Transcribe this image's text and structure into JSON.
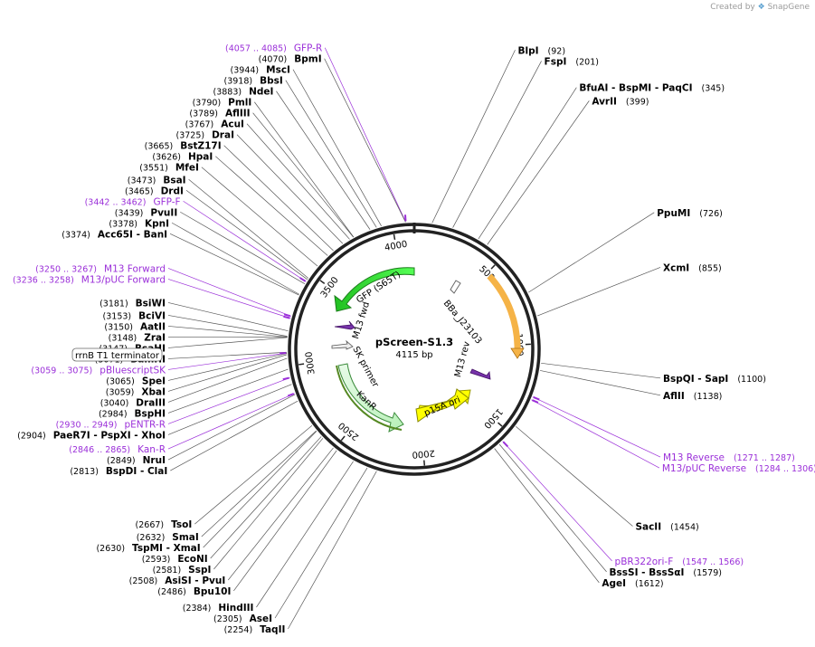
{
  "credit": {
    "prefix": "Created by",
    "brand": "SnapGene"
  },
  "plasmid": {
    "name": "pScreen-S1.3",
    "length": 4115,
    "length_label": "4115 bp"
  },
  "colors": {
    "enzyme": "#000000",
    "primer": "#9b30d9",
    "backbone": "#222222"
  },
  "ticks": [
    {
      "bp": 500,
      "label": "500"
    },
    {
      "bp": 1000,
      "label": "1000"
    },
    {
      "bp": 1500,
      "label": "1500"
    },
    {
      "bp": 2000,
      "label": "2000"
    },
    {
      "bp": 2500,
      "label": "2500"
    },
    {
      "bp": 3000,
      "label": "3000"
    },
    {
      "bp": 3500,
      "label": "3500"
    },
    {
      "bp": 4000,
      "label": "4000"
    }
  ],
  "enzymes": [
    {
      "name": "BpmI",
      "pos": "(4070)",
      "bp": 4070
    },
    {
      "name": "BlpI",
      "pos": "(92)",
      "bp": 92
    },
    {
      "name": "FspI",
      "pos": "(201)",
      "bp": 201
    },
    {
      "name": "BfuAI   -  BspMI   -  PaqCI",
      "pos": "(345)",
      "bp": 345
    },
    {
      "name": "AvrII",
      "pos": "(399)",
      "bp": 399
    },
    {
      "name": "PpuMI",
      "pos": "(726)",
      "bp": 726
    },
    {
      "name": "XcmI",
      "pos": "(855)",
      "bp": 855
    },
    {
      "name": "BspQI   -  SapI",
      "pos": "(1100)",
      "bp": 1100
    },
    {
      "name": "AflII",
      "pos": "(1138)",
      "bp": 1138
    },
    {
      "name": "SacII",
      "pos": "(1454)",
      "bp": 1454
    },
    {
      "name": "BssSI   -  BssSαI",
      "pos": "(1579)",
      "bp": 1579
    },
    {
      "name": "AgeI",
      "pos": "(1612)",
      "bp": 1612
    },
    {
      "name": "TaqII",
      "pos": "(2254)",
      "bp": 2254
    },
    {
      "name": "AseI",
      "pos": "(2305)",
      "bp": 2305
    },
    {
      "name": "HindIII",
      "pos": "(2384)",
      "bp": 2384
    },
    {
      "name": "Bpu10I",
      "pos": "(2486)",
      "bp": 2486
    },
    {
      "name": "AsiSI   -  PvuI",
      "pos": "(2508)",
      "bp": 2508
    },
    {
      "name": "SspI",
      "pos": "(2581)",
      "bp": 2581
    },
    {
      "name": "EcoNI",
      "pos": "(2593)",
      "bp": 2593
    },
    {
      "name": "TspMI   -  XmaI",
      "pos": "(2630)",
      "bp": 2630
    },
    {
      "name": "SmaI",
      "pos": "(2632)",
      "bp": 2632
    },
    {
      "name": "TsoI",
      "pos": "(2667)",
      "bp": 2667
    },
    {
      "name": "BspDI   -  ClaI",
      "pos": "(2813)",
      "bp": 2813
    },
    {
      "name": "NruI",
      "pos": "(2849)",
      "bp": 2849
    },
    {
      "name": "PaeR7I   -  PspXI   -  XhoI",
      "pos": "(2904)",
      "bp": 2904
    },
    {
      "name": "BspHI",
      "pos": "(2984)",
      "bp": 2984
    },
    {
      "name": "DraIII",
      "pos": "(3040)",
      "bp": 3040
    },
    {
      "name": "XbaI",
      "pos": "(3059)",
      "bp": 3059
    },
    {
      "name": "SpeI",
      "pos": "(3065)",
      "bp": 3065
    },
    {
      "name": "BamHI",
      "pos": "(3071)",
      "bp": 3071
    },
    {
      "name": "BsaHI",
      "pos": "(3147)",
      "bp": 3147
    },
    {
      "name": "ZraI",
      "pos": "(3148)",
      "bp": 3148
    },
    {
      "name": "AatII",
      "pos": "(3150)",
      "bp": 3150
    },
    {
      "name": "BciVI",
      "pos": "(3153)",
      "bp": 3153
    },
    {
      "name": "BsiWI",
      "pos": "(3181)",
      "bp": 3181
    },
    {
      "name": "Acc65I   -  BanI",
      "pos": "(3374)",
      "bp": 3374
    },
    {
      "name": "KpnI",
      "pos": "(3378)",
      "bp": 3378
    },
    {
      "name": "PvuII",
      "pos": "(3439)",
      "bp": 3439
    },
    {
      "name": "DrdI",
      "pos": "(3465)",
      "bp": 3465
    },
    {
      "name": "BsaI",
      "pos": "(3473)",
      "bp": 3473
    },
    {
      "name": "MfeI",
      "pos": "(3551)",
      "bp": 3551
    },
    {
      "name": "HpaI",
      "pos": "(3626)",
      "bp": 3626
    },
    {
      "name": "BstZ17I",
      "pos": "(3665)",
      "bp": 3665
    },
    {
      "name": "DraI",
      "pos": "(3725)",
      "bp": 3725
    },
    {
      "name": "AcuI",
      "pos": "(3767)",
      "bp": 3767
    },
    {
      "name": "AflIII",
      "pos": "(3789)",
      "bp": 3789
    },
    {
      "name": "PmlI",
      "pos": "(3790)",
      "bp": 3790
    },
    {
      "name": "NdeI",
      "pos": "(3883)",
      "bp": 3883
    },
    {
      "name": "BbsI",
      "pos": "(3918)",
      "bp": 3918
    },
    {
      "name": "MscI",
      "pos": "(3944)",
      "bp": 3944
    }
  ],
  "primers": [
    {
      "name": "GFP-R",
      "pos": "(4057 .. 4085)",
      "bp": 4071
    },
    {
      "name": "M13 Reverse",
      "pos": "(1271 .. 1287)",
      "bp": 1279
    },
    {
      "name": "M13/pUC Reverse",
      "pos": "(1284 .. 1306)",
      "bp": 1295
    },
    {
      "name": "pBR322ori-F",
      "pos": "(1547 .. 1566)",
      "bp": 1556
    },
    {
      "name": "Kan-R",
      "pos": "(2846 .. 2865)",
      "bp": 2855
    },
    {
      "name": "pENTR-R",
      "pos": "(2930 .. 2949)",
      "bp": 2939
    },
    {
      "name": "pBluescriptSK",
      "pos": "(3059 .. 3075)",
      "bp": 3067
    },
    {
      "name": "M13/pUC Forward",
      "pos": "(3236 .. 3258)",
      "bp": 3247
    },
    {
      "name": "M13 Forward",
      "pos": "(3250 .. 3267)",
      "bp": 3258
    },
    {
      "name": "GFP-F",
      "pos": "(3442 .. 3462)",
      "bp": 3452
    }
  ],
  "boxed_feature": {
    "name": "rrnB T1 terminator"
  },
  "features": [
    {
      "name": "GFP (S65T)",
      "color": "#33dd33"
    },
    {
      "name": "KanR",
      "color": "#c8f7c8"
    },
    {
      "name": "p15A ori",
      "color": "#ffff00"
    },
    {
      "name": "BBa_J23103"
    },
    {
      "name": "M13 fwd"
    },
    {
      "name": "M13 rev"
    },
    {
      "name": "SK primer"
    }
  ]
}
